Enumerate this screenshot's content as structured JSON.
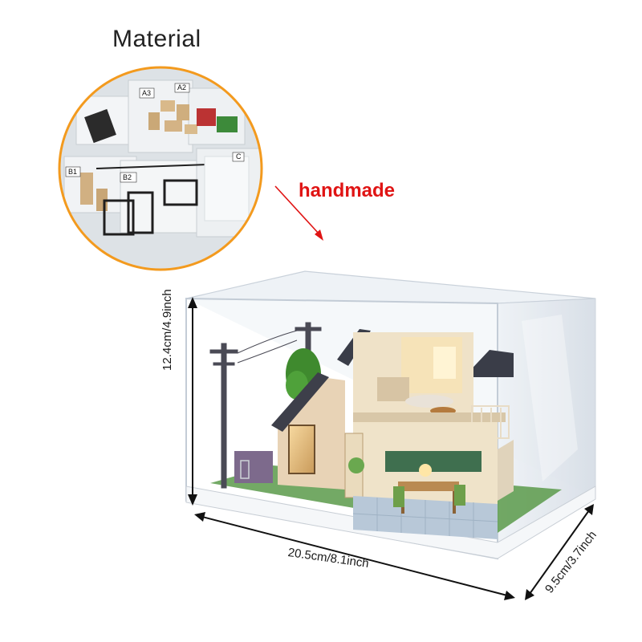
{
  "material": {
    "title": "Material"
  },
  "arrow": {
    "label": "handmade",
    "color": "#e01414"
  },
  "dimensions": {
    "height": "12.4cm/4.9inch",
    "width": "20.5cm/8.1inch",
    "depth": "9.5cm/3.7inch"
  },
  "bag_labels": [
    "A3",
    "A2",
    "B1",
    "B2",
    "C"
  ],
  "colors": {
    "circle_border": "#f39a1e",
    "handmade_text": "#e01414",
    "dimension_text": "#1a1a1a"
  }
}
